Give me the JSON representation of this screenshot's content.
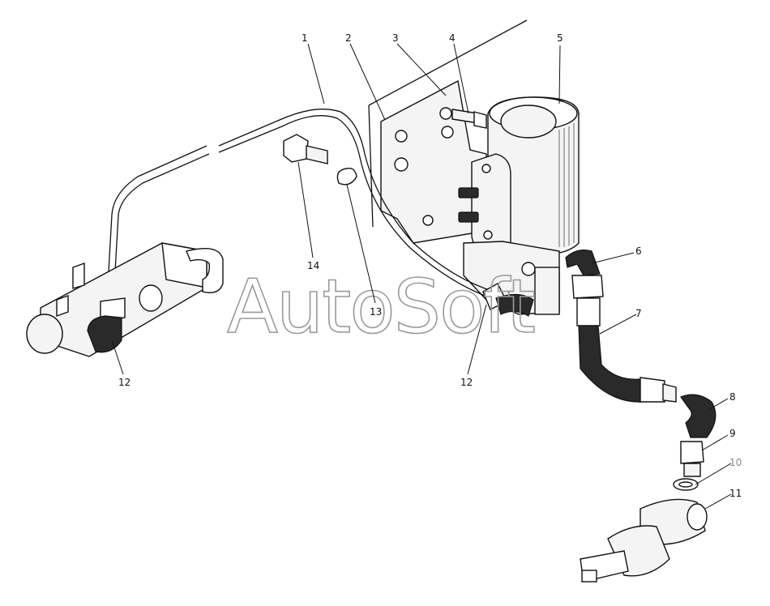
{
  "watermark": "AutoSoft",
  "callouts": [
    {
      "id": "1",
      "label": "1"
    },
    {
      "id": "2",
      "label": "2"
    },
    {
      "id": "3",
      "label": "3"
    },
    {
      "id": "4",
      "label": "4"
    },
    {
      "id": "5",
      "label": "5"
    },
    {
      "id": "6",
      "label": "6"
    },
    {
      "id": "7",
      "label": "7"
    },
    {
      "id": "8",
      "label": "8"
    },
    {
      "id": "9",
      "label": "9"
    },
    {
      "id": "10",
      "label": "10"
    },
    {
      "id": "11",
      "label": "11"
    },
    {
      "id": "12a",
      "label": "12"
    },
    {
      "id": "12b",
      "label": "12"
    },
    {
      "id": "13",
      "label": "13"
    },
    {
      "id": "14",
      "label": "14"
    }
  ],
  "colors": {
    "line": "#111111",
    "background": "#ffffff",
    "watermark": "#9a9a9a",
    "callout_10": "#888888"
  }
}
